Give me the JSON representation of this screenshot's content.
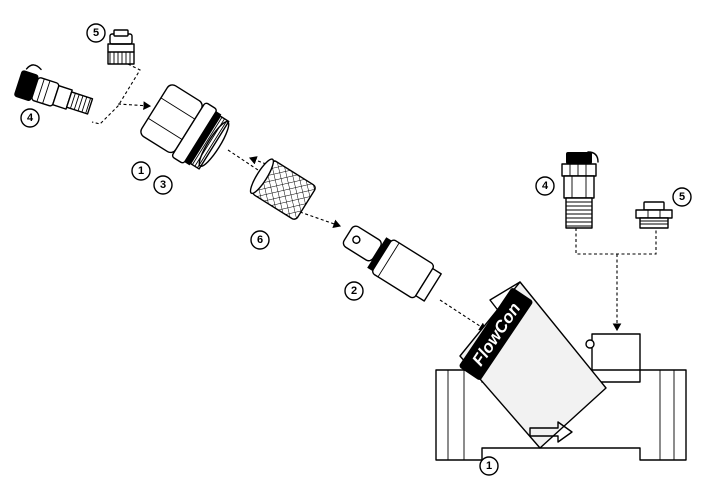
{
  "brand_text": "FlowCon",
  "callouts": {
    "vent_plug_top": "5",
    "drain_fitting_left": "4",
    "cover_body_ref": "1",
    "cover": "3",
    "strainer_screen": "6",
    "insert": "2",
    "fitting_right": "4",
    "plug_right": "5",
    "valve_body": "1"
  },
  "colors": {
    "line": "#000000",
    "background": "#ffffff",
    "label_fill": "#000000"
  }
}
